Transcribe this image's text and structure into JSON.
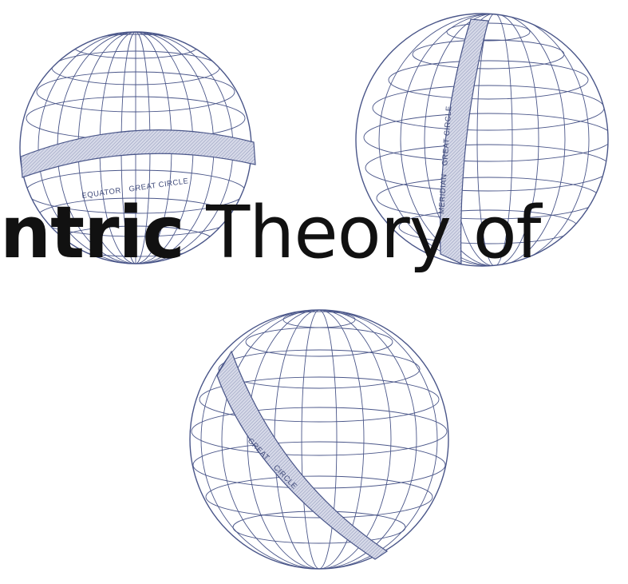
{
  "title": {
    "bold_part": "ntric",
    "regular_part": " Theory of"
  },
  "globes": [
    {
      "name": "equator",
      "label_1": "EQUATOR",
      "label_2": "GREAT CIRCLE"
    },
    {
      "name": "meridian",
      "label_1": "MERIDIAN",
      "label_2": "GREAT CIRCLE"
    },
    {
      "name": "oblique",
      "label_1": "GREAT",
      "label_2": "CIRCLE"
    }
  ],
  "colors": {
    "line": "#4a5689",
    "band_fill": "#c9cde0",
    "text": "#111111"
  }
}
